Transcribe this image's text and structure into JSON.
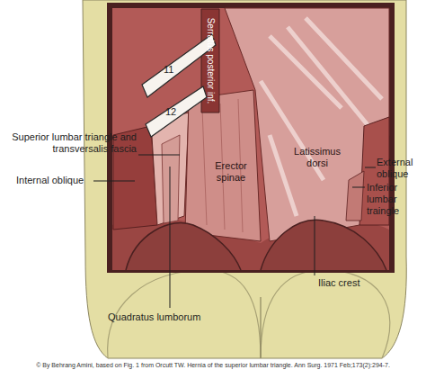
{
  "diagram": {
    "caption": "© By Behrang Amini, based on Fig. 1 from Orcutt TW. Hernia of the superior lumbar triangle. Ann Surg. 1971 Feb;173(2):294-7.",
    "labels": [
      "11",
      "12",
      "Serratus posterior inf.",
      "Superior lumbar triangle and transversalis fascia",
      "Internal oblique",
      "Erector spinae",
      "Latissimus dorsi",
      "External oblique",
      "Inferior lumbar traingle",
      "Iliac crest",
      "Quadratus lumborum"
    ]
  }
}
